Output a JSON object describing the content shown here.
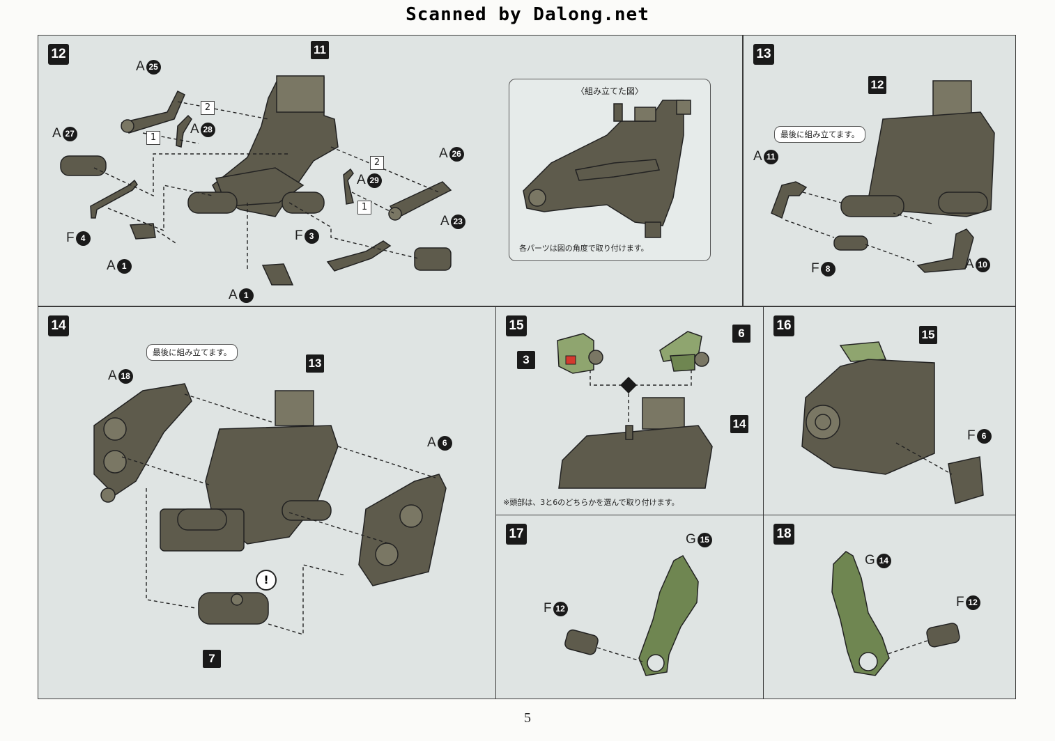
{
  "header": "Scanned by Dalong.net",
  "page_number": "5",
  "step12": {
    "step": "12",
    "callout_main": "11",
    "labels": {
      "a25": {
        "letter": "A",
        "num": "25"
      },
      "a27": {
        "letter": "A",
        "num": "27"
      },
      "a28": {
        "letter": "A",
        "num": "28"
      },
      "a26": {
        "letter": "A",
        "num": "26"
      },
      "a29": {
        "letter": "A",
        "num": "29"
      },
      "a23": {
        "letter": "A",
        "num": "23"
      },
      "f4": {
        "letter": "F",
        "num": "4"
      },
      "f3": {
        "letter": "F",
        "num": "3"
      },
      "a1a": {
        "letter": "A",
        "num": "1"
      },
      "a1b": {
        "letter": "A",
        "num": "1"
      }
    },
    "order": {
      "one": "1",
      "two": "2"
    },
    "inset_title": "〈組み立てた図〉",
    "inset_note": "各パーツは図の角度で取り付けます。"
  },
  "step13": {
    "step": "13",
    "callout_main": "12",
    "bubble": "最後に組み立てます。",
    "labels": {
      "a11": {
        "letter": "A",
        "num": "11"
      },
      "f8": {
        "letter": "F",
        "num": "8"
      },
      "a10": {
        "letter": "A",
        "num": "10"
      }
    }
  },
  "step14": {
    "step": "14",
    "callout_main": "13",
    "callout_bottom": "7",
    "bubble": "最後に組み立てます。",
    "caution": "!",
    "labels": {
      "a18": {
        "letter": "A",
        "num": "18"
      },
      "a6": {
        "letter": "A",
        "num": "6"
      }
    }
  },
  "step15": {
    "step": "15",
    "callout_left": "3",
    "callout_right": "6",
    "callout_main": "14",
    "note": "※頭部は、3と6のどちらかを選んで取り付けます。"
  },
  "step16": {
    "step": "16",
    "callout_main": "15",
    "labels": {
      "f6": {
        "letter": "F",
        "num": "6"
      }
    }
  },
  "step17": {
    "step": "17",
    "labels": {
      "g15": {
        "letter": "G",
        "num": "15"
      },
      "f12": {
        "letter": "F",
        "num": "12"
      }
    }
  },
  "step18": {
    "step": "18",
    "labels": {
      "g14": {
        "letter": "G",
        "num": "14"
      },
      "f12": {
        "letter": "F",
        "num": "12"
      }
    }
  },
  "colors": {
    "panel_bg": "#dfe4e3",
    "part_dark": "#5e5b4c",
    "part_green": "#6f8651",
    "label_black": "#1a1a1a"
  }
}
